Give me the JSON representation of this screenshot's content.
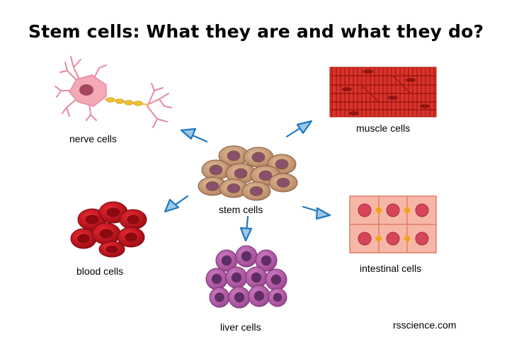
{
  "title": "Stem cells: What they are and what they do?",
  "labels": {
    "stem": "stem cells",
    "nerve": "nerve cells",
    "muscle": "muscle cells",
    "blood": "blood cells",
    "intestinal": "intestinal cells",
    "liver": "liver cells"
  },
  "credit": "rsscience.com",
  "colors": {
    "arrow": "#1e78c2",
    "stem_cytoplasm": "#c79a78",
    "stem_nucleus": "#8a4f6a",
    "nerve": "#f3a9b6",
    "myelin": "#f1c232",
    "muscle": "#d9342b",
    "blood": "#c8101b",
    "intestinal": "#f7b7a6",
    "intestinal_nucleus": "#d6455a",
    "liver": "#b55aa8",
    "liver_nucleus": "#5d2d63"
  }
}
